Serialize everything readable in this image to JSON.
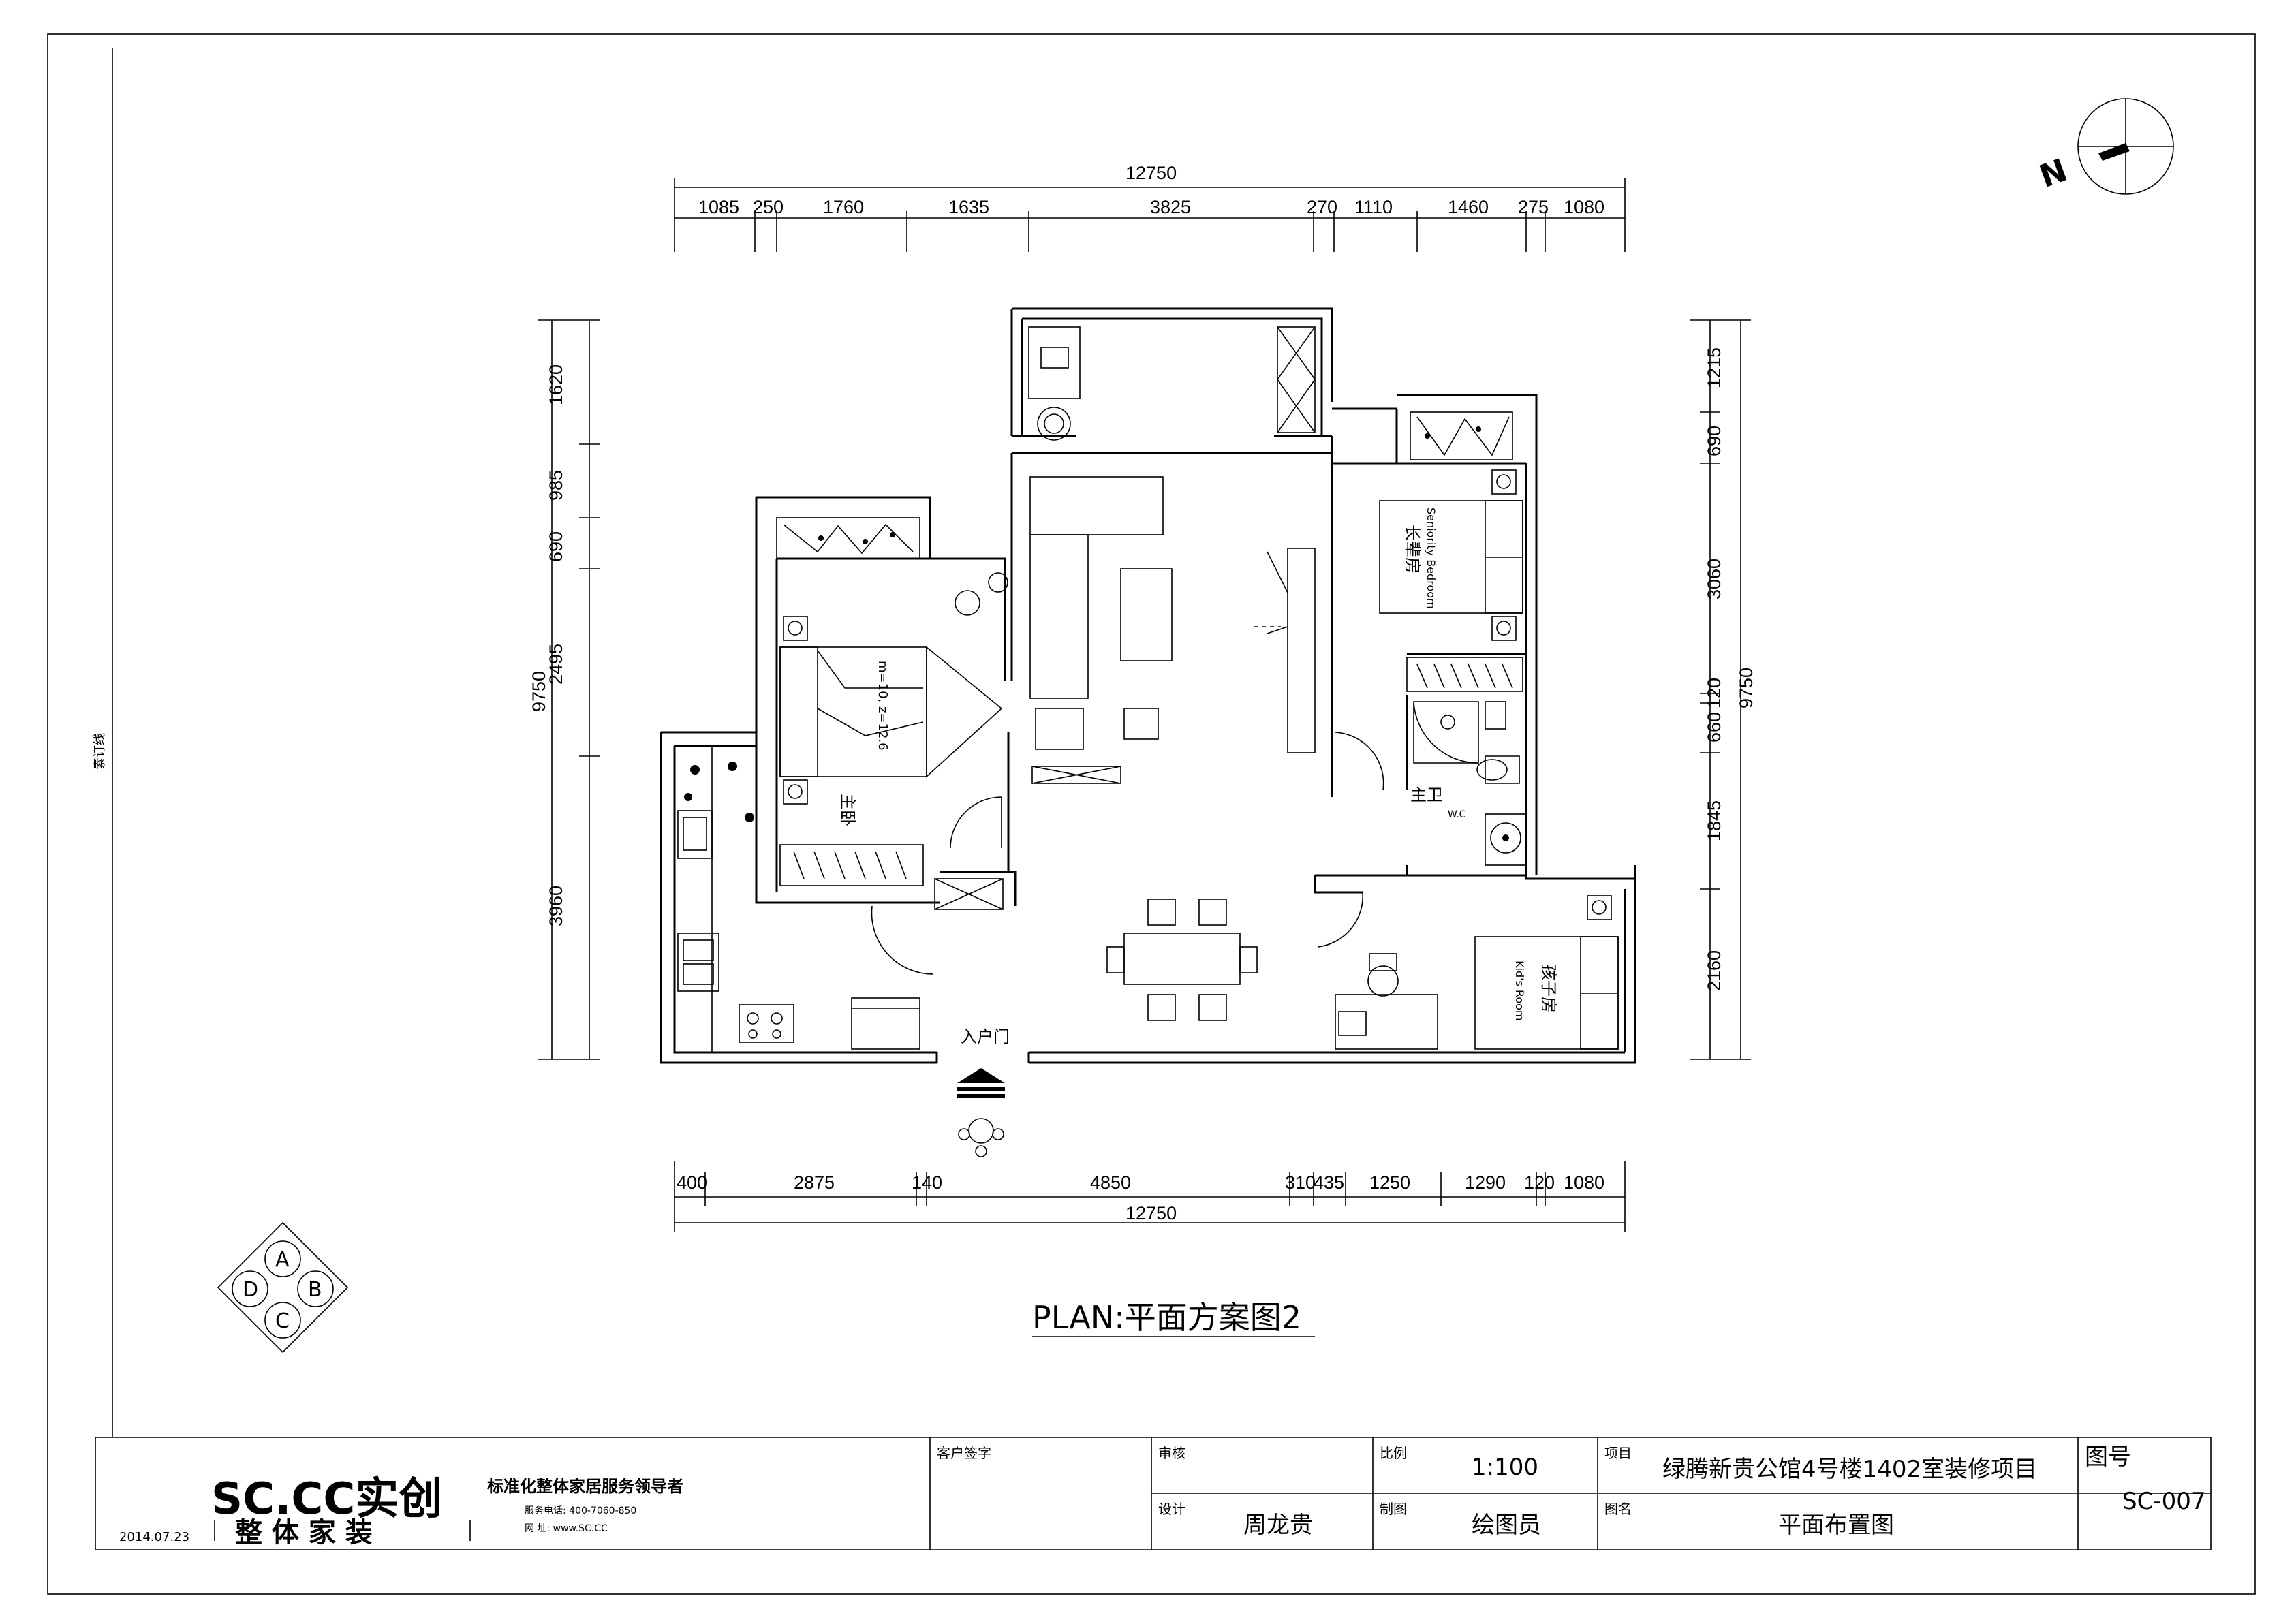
{
  "north": {
    "label": "N"
  },
  "side_label": "素订线",
  "dimensions": {
    "top_total": "12750",
    "top": [
      "1085",
      "250",
      "1760",
      "1635",
      "3825",
      "270",
      "1110",
      "1460",
      "275",
      "1080"
    ],
    "bottom": [
      "400",
      "2875",
      "140",
      "4850",
      "310",
      "435",
      "1250",
      "1290",
      "120",
      "1080"
    ],
    "bottom_total": "12750",
    "left_total": "9750",
    "left": [
      "1620",
      "985",
      "690",
      "2495",
      "3960"
    ],
    "right_total": "9750",
    "right": [
      "1215",
      "690",
      "3060",
      "120",
      "660",
      "1845",
      "2160"
    ]
  },
  "rooms": {
    "master_bedroom": "主卧",
    "master_bath": "主卫",
    "wc": "W.C",
    "elder_room": "长辈房",
    "elder_room_en": "Seniority Bedroom",
    "kids_room": "孩子房",
    "kids_room_en": "Kid's Room",
    "entrance": "入户门",
    "bed_note": "m=10, z=12.6"
  },
  "plan_title": "PLAN:平面方案图2",
  "compass_letters": [
    "A",
    "B",
    "C",
    "D"
  ],
  "title_block": {
    "logo": "SC.CC实创",
    "slogan": "标准化整体家居服务领导者",
    "phone": "服务电话: 400-7060-850",
    "web": "网   址: www.SC.CC",
    "tagline": "整  体  家  装",
    "date": "2014.07.23",
    "client_sign_label": "客户签字",
    "review_label": "审核",
    "scale_label": "比例",
    "scale": "1:100",
    "project_label": "项目",
    "project": "绿腾新贵公馆4号楼1402室装修项目",
    "drawing_no_label": "图号",
    "drawing_no": "SC-007",
    "design_label": "设计",
    "designer": "周龙贵",
    "drafting_label": "制图",
    "drafter": "绘图员",
    "drawing_name_label": "图名",
    "drawing_name": "平面布置图"
  }
}
